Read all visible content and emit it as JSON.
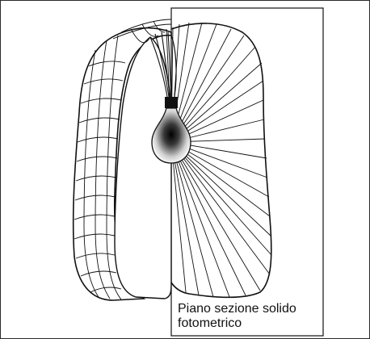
{
  "diagram": {
    "caption": {
      "line1": "Piano sezione solido",
      "line2": "fotometrico"
    },
    "components": {
      "solid": "photometric-solid",
      "plane": "section-plane",
      "lamp": "lamp-bulb",
      "rays": "intensity-rays"
    },
    "colors": {
      "ink": "#111111",
      "paper": "#ffffff"
    }
  }
}
